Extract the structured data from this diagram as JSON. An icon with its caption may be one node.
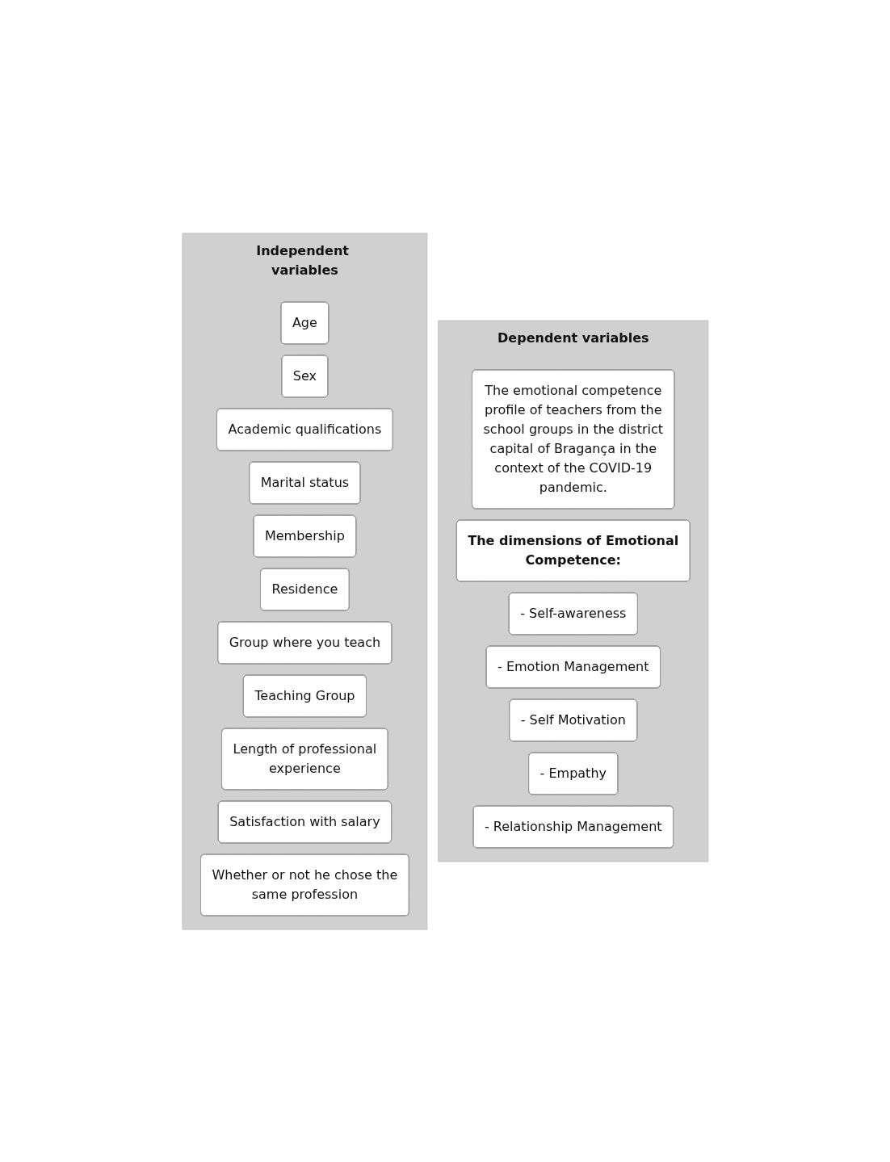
{
  "diagram": {
    "nodes": [
      {
        "text": [
          "Independent variables"
        ]
      },
      {
        "text": [
          "Age"
        ],
        "in": 0
      },
      {
        "text": [
          "Sex"
        ],
        "in": 0
      },
      {
        "text": [
          "Academic qualifications"
        ],
        "in": 0
      },
      {
        "text": [
          "Marital status"
        ],
        "in": 0
      },
      {
        "text": [
          "Membership"
        ],
        "in": 0
      },
      {
        "text": [
          "Residence"
        ],
        "in": 0
      },
      {
        "text": [
          "Group where you teach"
        ],
        "in": 0
      },
      {
        "text": [
          "Teaching Group"
        ],
        "in": 0
      },
      {
        "text": [
          "Length of professional experience"
        ],
        "in": 0
      },
      {
        "text": [
          "Satisfaction with salary"
        ],
        "in": 0
      },
      {
        "text": [
          "Whether or not he chose the same profession"
        ],
        "in": 0
      },
      {
        "text": [
          "Dependent variables"
        ]
      },
      {
        "text": [
          "The emotional competence profile of teachers from the school groups in the district capital of Bragança in the context of the COVID-19 pandemic."
        ],
        "in": 12
      },
      {
        "text": [
          "The dimensions of Emotional Competence:"
        ],
        "in": 12
      },
      {
        "text": [
          "- Self-awareness"
        ],
        "in": 12
      },
      {
        "text": [
          "- Emotion Management"
        ],
        "in": 12
      },
      {
        "text": [
          "- Self Motivation"
        ],
        "in": 12
      },
      {
        "text": [
          "- Empathy"
        ],
        "in": 12
      },
      {
        "text": [
          "- Relationship Management"
        ],
        "in": 12
      }
    ],
    "edges": []
  }
}
